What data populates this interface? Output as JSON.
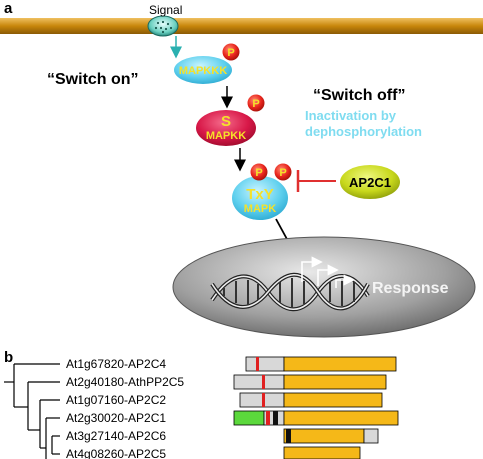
{
  "panel_a": {
    "label": "a",
    "signal": "Signal",
    "switch_on": "“Switch on”",
    "switch_off": "“Switch off”",
    "inactivation_line1": "Inactivation by",
    "inactivation_line2": "dephosphorylation",
    "phospho_symbol": "P",
    "mapkkk": "MAPKKK",
    "mapkk_s": "S",
    "mapkk": "MAPKK",
    "mapk_txy": "TxY",
    "mapk": "MAPK",
    "ap2c1": "AP2C1",
    "response": "Response"
  },
  "panel_b": {
    "label": "b",
    "genes": [
      "At1g67820-AP2C4",
      "At2g40180-AthPP2C5",
      "At1g07160-AP2C2",
      "At2g30020-AP2C1",
      "At3g27140-AP2C6",
      "At4g08260-AP2C5"
    ]
  },
  "colors": {
    "membrane": "#c8860a",
    "kinase_cyan": "#5fd0ee",
    "mapkk_red": "#d81848",
    "phospho_red": "#e8241c",
    "phospho_yellow": "#f5e12a",
    "ap2c1_green": "#c8d81c",
    "inactivation_text": "#7fdcf0",
    "inhibit_red": "#e03030",
    "domain_orange": "#f5b818",
    "domain_grey": "#d8d8d8",
    "kim_green": "#5bd83c",
    "marker_red": "#e02020"
  }
}
